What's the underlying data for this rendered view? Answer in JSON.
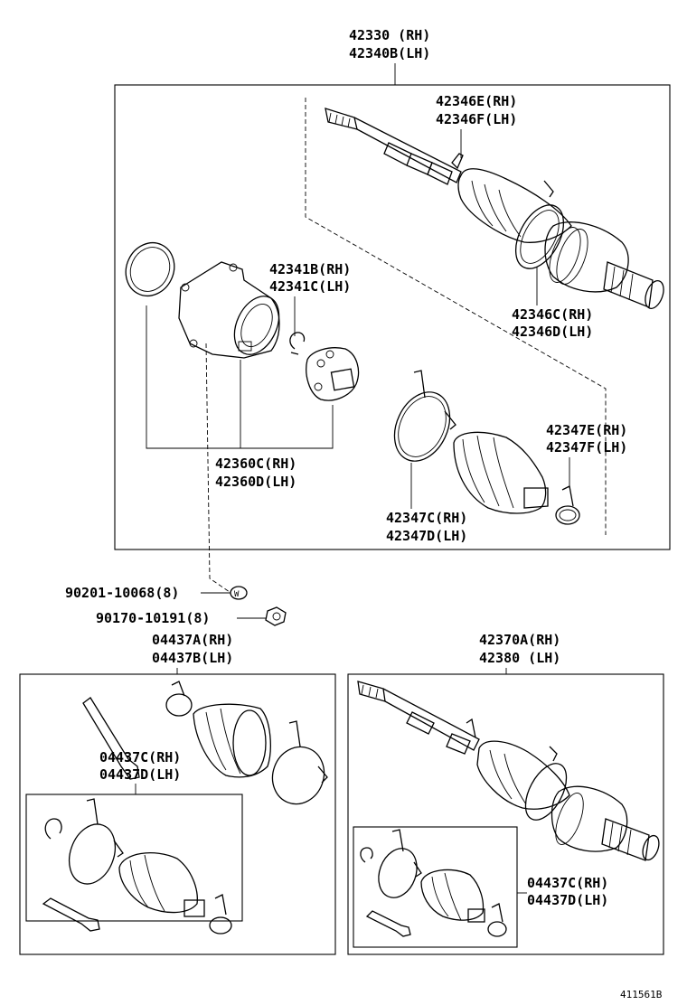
{
  "labels": {
    "shaft_main": [
      "42330 (RH)",
      "42340B(LH)"
    ],
    "boot_clamp_outer": [
      "42346E(RH)",
      "42346F(LH)"
    ],
    "snap_ring": [
      "42341B(RH)",
      "42341C(LH)"
    ],
    "outer_ring": [
      "42346C(RH)",
      "42346D(LH)"
    ],
    "inboard_joint": [
      "42360C(RH)",
      "42360D(LH)"
    ],
    "small_clamp": [
      "42347E(RH)",
      "42347F(LH)"
    ],
    "boot_inner": [
      "42347C(RH)",
      "42347D(LH)"
    ],
    "washer": "90201-10068(8)",
    "nut": "90170-10191(8)",
    "boot_kit_outer": [
      "04437A(RH)",
      "04437B(LH)"
    ],
    "boot_kit_inner": [
      "04437C(RH)",
      "04437D(LH)"
    ],
    "shaft_alt": [
      "42370A(RH)",
      "42380  (LH)"
    ],
    "boot_kit_alt": [
      "04437C(RH)",
      "04437D(LH)"
    ]
  },
  "reference_code": "411561B"
}
